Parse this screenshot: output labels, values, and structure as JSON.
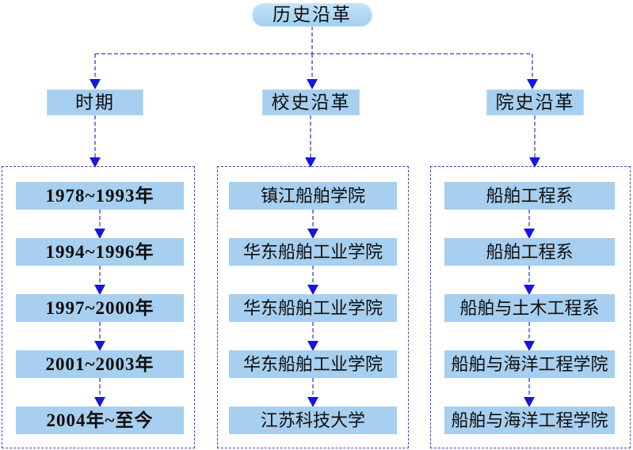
{
  "diagram": {
    "title": "历史沿革",
    "columns": [
      {
        "header": "时期",
        "items": [
          "1978~1993年",
          "1994~1996年",
          "1997~2000年",
          "2001~2003年",
          "2004年~至今"
        ]
      },
      {
        "header": "校史沿革",
        "items": [
          "镇江船舶学院",
          "华东船舶工业学院",
          "华东船舶工业学院",
          "华东船舶工业学院",
          "江苏科技大学"
        ]
      },
      {
        "header": "院史沿革",
        "items": [
          "船舶工程系",
          "船舶工程系",
          "船舶与土木工程系",
          "船舶与海洋工程学院",
          "船舶与海洋工程学院"
        ]
      }
    ]
  },
  "colors": {
    "node_fill": "#a7cfef",
    "pill_fill": "#b0d8f3",
    "connector": "#3c3ccb",
    "arrow": "#1616dc",
    "container_border": "#4743ca",
    "text": "#0d0d0d"
  }
}
